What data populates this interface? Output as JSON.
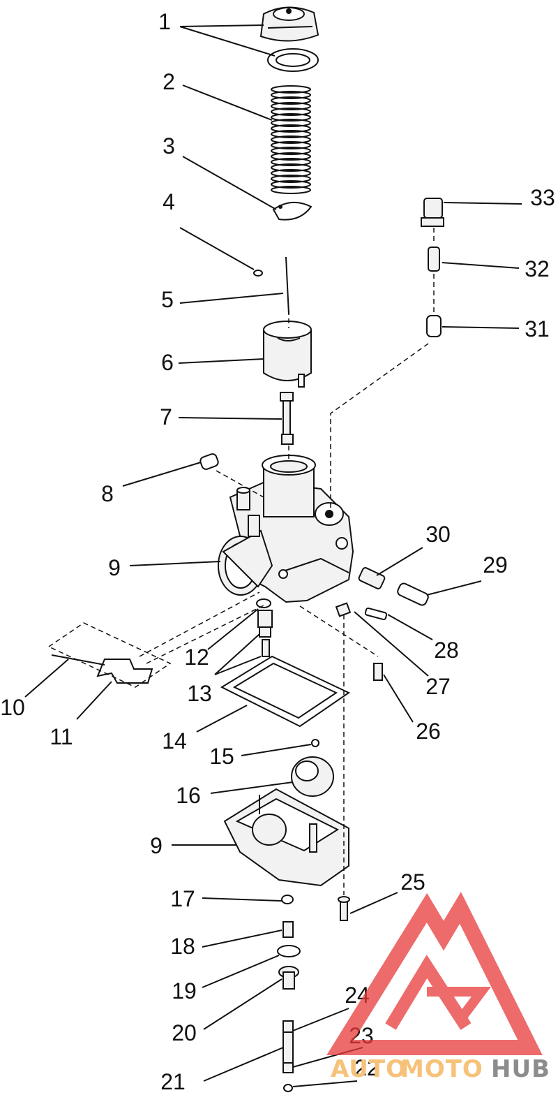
{
  "diagram": {
    "callouts": [
      {
        "id": "c1",
        "text": "1"
      },
      {
        "id": "c2",
        "text": "2"
      },
      {
        "id": "c3",
        "text": "3"
      },
      {
        "id": "c4",
        "text": "4"
      },
      {
        "id": "c5",
        "text": "5"
      },
      {
        "id": "c6",
        "text": "6"
      },
      {
        "id": "c7",
        "text": "7"
      },
      {
        "id": "c8",
        "text": "8"
      },
      {
        "id": "c9a",
        "text": "9"
      },
      {
        "id": "c9b",
        "text": "9"
      },
      {
        "id": "c10",
        "text": "10"
      },
      {
        "id": "c11",
        "text": "11"
      },
      {
        "id": "c12",
        "text": "12"
      },
      {
        "id": "c13",
        "text": "13"
      },
      {
        "id": "c14",
        "text": "14"
      },
      {
        "id": "c15",
        "text": "15"
      },
      {
        "id": "c16",
        "text": "16"
      },
      {
        "id": "c17",
        "text": "17"
      },
      {
        "id": "c18",
        "text": "18"
      },
      {
        "id": "c19",
        "text": "19"
      },
      {
        "id": "c20",
        "text": "20"
      },
      {
        "id": "c21",
        "text": "21"
      },
      {
        "id": "c22",
        "text": "22"
      },
      {
        "id": "c23",
        "text": "23"
      },
      {
        "id": "c24",
        "text": "24"
      },
      {
        "id": "c25",
        "text": "25"
      },
      {
        "id": "c26",
        "text": "26"
      },
      {
        "id": "c27",
        "text": "27"
      },
      {
        "id": "c28",
        "text": "28"
      },
      {
        "id": "c29",
        "text": "29"
      },
      {
        "id": "c30",
        "text": "30"
      },
      {
        "id": "c31",
        "text": "31"
      },
      {
        "id": "c32",
        "text": "32"
      },
      {
        "id": "c33",
        "text": "33"
      }
    ]
  },
  "watermark": {
    "part1": "AUTO",
    "part2": "MOTO",
    "part3": "HUB",
    "colors": {
      "logo": "#e83a3a",
      "text_light": "#f6c27a",
      "text_dark": "#8c8c8c"
    }
  }
}
